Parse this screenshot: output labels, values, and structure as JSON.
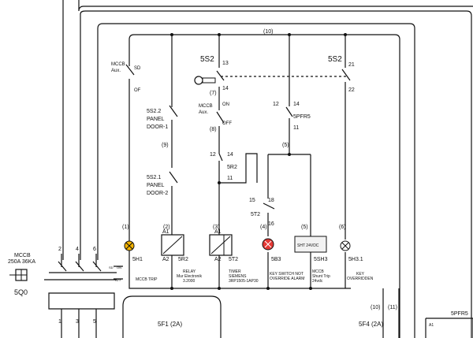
{
  "diagram": {
    "wire_label_10": "(10)",
    "wire_label_11": "(11)",
    "mccb_aux_left": {
      "title": "MCCB",
      "sub": "Aux.",
      "sd": "SD",
      "of": "OF"
    },
    "door1": {
      "tag": "5S2.2",
      "l1": "PANEL",
      "l2": "DOOR-1"
    },
    "door2": {
      "tag": "5S2.1",
      "l1": "PANEL",
      "l2": "DOOR-2"
    },
    "wire9": "(9)",
    "wire1": "(1)",
    "wire2": "(2)",
    "wire3": "(3)",
    "wire4": "(4)",
    "wire5": "(5)",
    "wire5_mid": "(5)",
    "wire6": "(6)",
    "wire7": "(7)",
    "wire8": "(8)",
    "switch_5s2_left": {
      "tag": "5S2",
      "t13": "13",
      "t14": "14"
    },
    "switch_5s2_right": {
      "tag": "5S2",
      "t21": "21",
      "t22": "22"
    },
    "mccb_aux_mid": {
      "title": "MCCB",
      "sub": "Aux.",
      "on": "ON",
      "off": "OFF"
    },
    "pfr5": {
      "t12": "12",
      "t14": "14",
      "tag": "5PFR5",
      "t11": "11"
    },
    "r2": {
      "t12": "12",
      "t14": "14",
      "tag": "5R2",
      "t11": "11"
    },
    "t2": {
      "t15": "15",
      "t18": "18",
      "tag": "5T2",
      "t16": "16"
    },
    "lamp_5h1": {
      "tag": "5H1",
      "desc": "MCCB TRIP"
    },
    "relay_5r2": {
      "a1": "A1",
      "a2": "A2",
      "tag": "5R2",
      "d1": "RELAY",
      "d2": "Mur Electronik",
      "d3": "3.2000"
    },
    "timer_5t2": {
      "a1": "A1",
      "a2": "A2",
      "tag": "5T2",
      "d1": "TIMER",
      "d2": "SIEMENS",
      "d3": "3RP1505-1AP30"
    },
    "buzzer_5b3": {
      "tag": "5B3",
      "d1": "KEY SWITCH NOT",
      "d2": "OVERRIDE ALARM"
    },
    "shunt_5sh3": {
      "box": "SHT 24VDC",
      "tag": "5SH3",
      "d1": "MCCB",
      "d2": "Shunt Trip",
      "d3": "24vdc"
    },
    "lamp_5h31": {
      "tag": "5H3.1",
      "d1": "KEY",
      "d2": "OVERRIDDEN"
    },
    "mccb_main": {
      "l1": "MCCB",
      "l2": "250A 36KA",
      "tag": "5Q0",
      "p2": "2",
      "p4": "4",
      "p6": "6",
      "p1": "1",
      "p3": "3",
      "p5": "5",
      "sd": "SD",
      "on": "ON",
      "off": "OFF"
    },
    "fuse_5f1": "5F1 (2A)",
    "fuse_5f4": "5F4 (2A)",
    "pfr5_box": {
      "tag": "5PFR5",
      "a1": "A1"
    }
  }
}
